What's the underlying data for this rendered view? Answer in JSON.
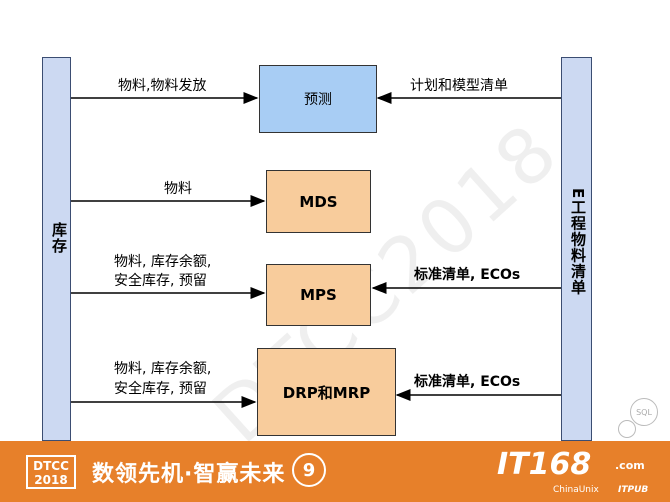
{
  "left_bar": {
    "label": "库存"
  },
  "right_bar": {
    "label": "E工程物料清单"
  },
  "boxes": {
    "forecast": {
      "label": "预测",
      "color": "#a8cdf4"
    },
    "mds": {
      "label": "MDS",
      "color": "#f8cc9c"
    },
    "mps": {
      "label": "MPS",
      "color": "#f8cc9c"
    },
    "drp_mrp": {
      "label": "DRP和MRP",
      "color": "#f8cc9c"
    }
  },
  "left_labels": {
    "row1": "物料,物料发放",
    "row2": "物料",
    "row3_line1": "物料, 库存余额,",
    "row3_line2": "安全库存, 预留",
    "row4_line1": "物料, 库存余额,",
    "row4_line2": "安全库存, 预留"
  },
  "right_labels": {
    "row1": "计划和模型清单",
    "row3": "标准清单, ECOs",
    "row4": "标准清单, ECOs"
  },
  "watermark": "DTCC2018",
  "footer": {
    "logo_top": "DTCC",
    "logo_bottom": "2018",
    "slogan": "数领先机·智赢未来",
    "edition": "9",
    "brand": "IT168",
    "brand_suffix": ".com",
    "partner": "ChinaUnix",
    "partner2": "ITPUB",
    "background": "#e7802a"
  },
  "decor_icons": {
    "sql": "SQL"
  }
}
